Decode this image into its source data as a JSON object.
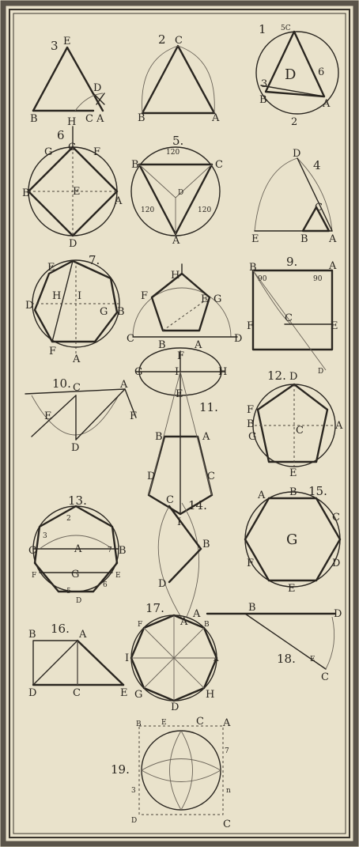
{
  "figures": {
    "fig1": {
      "number": "1",
      "labels": [
        "5C",
        "D",
        "6",
        "3",
        "B",
        "A",
        "2"
      ]
    },
    "fig2": {
      "number": "2",
      "labels": [
        "C",
        "B",
        "A"
      ]
    },
    "fig3": {
      "number": "3",
      "labels": [
        "E",
        "D",
        "B",
        "C",
        "A"
      ]
    },
    "fig4": {
      "number": "4",
      "labels": [
        "D",
        "C",
        "E",
        "B",
        "A"
      ]
    },
    "fig5": {
      "number": "5.",
      "labels": [
        "120",
        "B",
        "C",
        "D",
        "120",
        "120",
        "A"
      ]
    },
    "fig6": {
      "number": "6",
      "labels": [
        "H",
        "C",
        "G",
        "F",
        "B",
        "E",
        "A",
        "D"
      ]
    },
    "fig7": {
      "number": "7.",
      "labels": [
        "E",
        "D",
        "H",
        "I",
        "G",
        "B",
        "F",
        "A"
      ]
    },
    "fig8": {
      "labels": [
        "H",
        "F",
        "E",
        "G",
        "C",
        "B",
        "A",
        "D"
      ]
    },
    "fig9": {
      "number": "9.",
      "labels": [
        "B",
        "90",
        "90",
        "A",
        "F",
        "C",
        "E",
        "D"
      ]
    },
    "fig10": {
      "number": "10.",
      "labels": [
        "C",
        "A",
        "E",
        "D",
        "F"
      ]
    },
    "fig11": {
      "number": "11.",
      "labels": [
        "F",
        "G",
        "I",
        "H",
        "E",
        "B",
        "A",
        "D",
        "C",
        "I"
      ]
    },
    "fig12": {
      "number": "12.",
      "labels": [
        "D",
        "F",
        "B",
        "C",
        "A",
        "G",
        "E"
      ]
    },
    "fig13": {
      "number": "13.",
      "labels": [
        "2",
        "3",
        "C",
        "A",
        "7",
        "B",
        "G",
        "F",
        "6",
        "E",
        "5",
        "D"
      ]
    },
    "fig14": {
      "number": "14.",
      "labels": [
        "C",
        "B",
        "D",
        "A"
      ]
    },
    "fig15": {
      "number": "15.",
      "labels": [
        "B",
        "A",
        "C",
        "G",
        "F",
        "D",
        "E"
      ]
    },
    "fig16": {
      "number": "16.",
      "labels": [
        "B",
        "A",
        "D",
        "C",
        "E"
      ]
    },
    "fig17": {
      "number": "17.",
      "labels": [
        "F",
        "B",
        "I",
        "A",
        "G",
        "D",
        "H"
      ]
    },
    "fig18": {
      "number": "18.",
      "labels": [
        "A",
        "B",
        "D",
        "E",
        "C"
      ]
    },
    "fig19": {
      "number": "19.",
      "labels": [
        "B",
        "E",
        "C",
        "A",
        "7",
        "3",
        "n",
        "D",
        "C"
      ]
    }
  },
  "colors": {
    "paper": "#ece6d1",
    "ink": "#2a2620"
  }
}
